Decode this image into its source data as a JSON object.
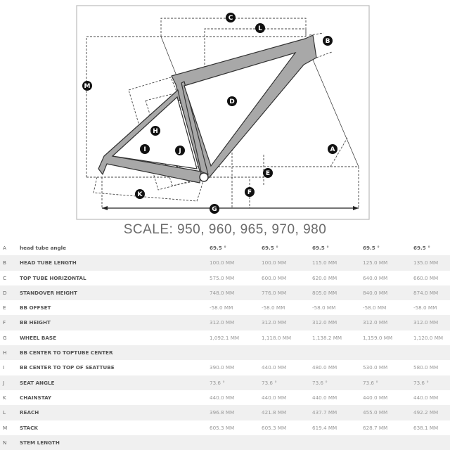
{
  "diagram": {
    "labels": [
      "A",
      "B",
      "C",
      "D",
      "E",
      "F",
      "G",
      "H",
      "I",
      "J",
      "K",
      "L",
      "M"
    ]
  },
  "scale_title": "SCALE: 950, 960, 965, 970, 980",
  "rows": [
    {
      "letter": "A",
      "name": "head tube angle",
      "values": [
        "69.5 °",
        "69.5 °",
        "69.5 °",
        "69.5 °",
        "69.5 °"
      ]
    },
    {
      "letter": "B",
      "name": "HEAD TUBE LENGTH",
      "values": [
        "100.0 MM",
        "100.0 MM",
        "115.0 MM",
        "125.0 MM",
        "135.0 MM"
      ]
    },
    {
      "letter": "C",
      "name": "TOP TUBE HORIZONTAL",
      "values": [
        "575.0 MM",
        "600.0 MM",
        "620.0 MM",
        "640.0 MM",
        "660.0 MM"
      ]
    },
    {
      "letter": "D",
      "name": "STANDOVER HEIGHT",
      "values": [
        "748.0 MM",
        "776.0 MM",
        "805.0 MM",
        "840.0 MM",
        "874.0 MM"
      ]
    },
    {
      "letter": "E",
      "name": "BB OFFSET",
      "values": [
        "-58.0 MM",
        "-58.0 MM",
        "-58.0 MM",
        "-58.0 MM",
        "-58.0 MM"
      ]
    },
    {
      "letter": "F",
      "name": "BB HEIGHT",
      "values": [
        "312.0 MM",
        "312.0 MM",
        "312.0 MM",
        "312.0 MM",
        "312.0 MM"
      ]
    },
    {
      "letter": "G",
      "name": "WHEEL BASE",
      "values": [
        "1,092.1 MM",
        "1,118.0 MM",
        "1,138.2 MM",
        "1,159.0 MM",
        "1,120.0 MM"
      ]
    },
    {
      "letter": "H",
      "name": "BB CENTER TO TOPTUBE CENTER",
      "values": []
    },
    {
      "letter": "I",
      "name": "BB CENTER TO TOP OF SEATTUBE",
      "values": [
        "390.0 MM",
        "440.0 MM",
        "480.0 MM",
        "530.0 MM",
        "580.0 MM"
      ]
    },
    {
      "letter": "J",
      "name": "SEAT ANGLE",
      "values": [
        "73.6 °",
        "73.6 °",
        "73.6 °",
        "73.6 °",
        "73.6 °"
      ]
    },
    {
      "letter": "K",
      "name": "CHAINSTAY",
      "values": [
        "440.0 MM",
        "440.0 MM",
        "440.0 MM",
        "440.0 MM",
        "440.0 MM"
      ]
    },
    {
      "letter": "L",
      "name": "REACH",
      "values": [
        "396.8 MM",
        "421.8 MM",
        "437.7 MM",
        "455.0 MM",
        "492.2 MM"
      ]
    },
    {
      "letter": "M",
      "name": "STACK",
      "values": [
        "605.3 MM",
        "605.3 MM",
        "619.4 MM",
        "628.7 MM",
        "638.1 MM"
      ]
    },
    {
      "letter": "N",
      "name": "STEM LENGTH",
      "values": []
    }
  ]
}
